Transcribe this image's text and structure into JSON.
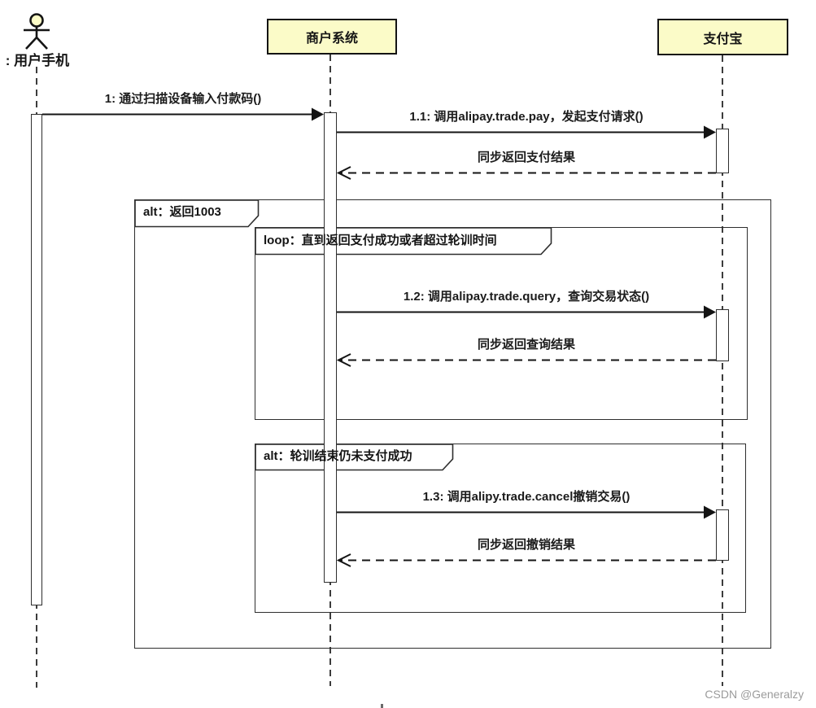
{
  "diagram": {
    "type": "uml-sequence-diagram",
    "actor": {
      "label": ": 用户手机"
    },
    "participants": [
      {
        "name": "商户系统"
      },
      {
        "name": "支付宝"
      }
    ],
    "messages": [
      {
        "label": "1: 通过扫描设备输入付款码()",
        "kind": "sync",
        "from": "用户手机",
        "to": "商户系统"
      },
      {
        "label": "1.1: 调用alipay.trade.pay，发起支付请求()",
        "kind": "sync",
        "from": "商户系统",
        "to": "支付宝"
      },
      {
        "label": "同步返回支付结果",
        "kind": "return",
        "from": "支付宝",
        "to": "商户系统"
      },
      {
        "label": "1.2: 调用alipay.trade.query，查询交易状态()",
        "kind": "sync",
        "from": "商户系统",
        "to": "支付宝"
      },
      {
        "label": "同步返回查询结果",
        "kind": "return",
        "from": "支付宝",
        "to": "商户系统"
      },
      {
        "label": "1.3: 调用alipy.trade.cancel撤销交易()",
        "kind": "sync",
        "from": "商户系统",
        "to": "支付宝"
      },
      {
        "label": "同步返回撤销结果",
        "kind": "return",
        "from": "支付宝",
        "to": "商户系统"
      }
    ],
    "fragments": [
      {
        "operator": "alt",
        "label": "alt：返回1003"
      },
      {
        "operator": "loop",
        "label": "loop：直到返回支付成功或者超过轮训时间"
      },
      {
        "operator": "alt",
        "label": "alt：轮训结束仍未支付成功"
      }
    ],
    "watermark": {
      "text": "CSDN @Generalzy"
    },
    "colors": {
      "participant_fill": "#fbfbc8",
      "line": "#141414",
      "watermark": "#9b9b9b"
    }
  }
}
